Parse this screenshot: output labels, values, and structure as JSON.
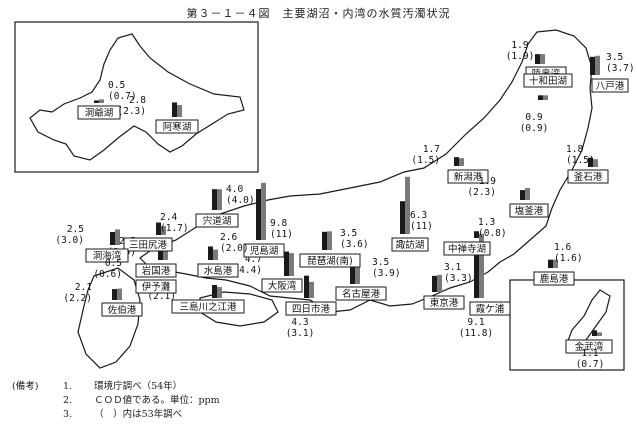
{
  "chart_data": {
    "type": "bar",
    "title": "第３－１－４図　主要湖沼・内湾の水質汚濁状況",
    "series": [
      {
        "name": "",
        "role": "current"
      },
      {
        "name": "",
        "role": "previous"
      }
    ],
    "points": [
      {
        "name": "洞爺湖",
        "value": 0.5,
        "prev": 0.7
      },
      {
        "name": "阿寒湖",
        "value": 2.8,
        "prev": 2.3
      },
      {
        "name": "陸奥湾",
        "value": 1.9,
        "prev": 1.9
      },
      {
        "name": "八戸港",
        "value": 3.5,
        "prev": 3.7
      },
      {
        "name": "十和田湖",
        "value": 0.9,
        "prev": 0.9
      },
      {
        "name": "釜石港",
        "value": 1.8,
        "prev": 1.5
      },
      {
        "name": "新潟港",
        "value": 1.7,
        "prev": 1.5
      },
      {
        "name": "塩釜港",
        "value": 1.9,
        "prev": 2.3
      },
      {
        "name": "中禅寺湖",
        "value": 1.3,
        "prev": 0.8
      },
      {
        "name": "鹿島港",
        "value": 1.6,
        "prev": 1.6
      },
      {
        "name": "霞ケ浦",
        "value": 9.1,
        "prev": 11.8
      },
      {
        "name": "東京港",
        "value": 3.1,
        "prev": 3.3
      },
      {
        "name": "諏訪湖",
        "value": 6.3,
        "prev": 11
      },
      {
        "name": "名古屋港",
        "value": 3.5,
        "prev": 3.9
      },
      {
        "name": "琵琶湖(南)",
        "value": 3.5,
        "prev": 3.6
      },
      {
        "name": "四日市港",
        "value": 4.3,
        "prev": 3.1
      },
      {
        "name": "大阪湾",
        "value": 4.7,
        "prev": 4.4
      },
      {
        "name": "児島湖",
        "value": 9.8,
        "prev": 11
      },
      {
        "name": "宍道湖",
        "value": 4.0,
        "prev": 4.0
      },
      {
        "name": "水島港",
        "value": 2.6,
        "prev": 2.0
      },
      {
        "name": "岩国港",
        "value": 2.5,
        "prev": 2.0
      },
      {
        "name": "三島川之江港",
        "value": 2.5,
        "prev": 2.1
      },
      {
        "name": "三田尻港",
        "value": 2.4,
        "prev": 1.7
      },
      {
        "name": "洞海湾",
        "value": 2.5,
        "prev": 3.0
      },
      {
        "name": "伊予灘",
        "value": 0.5,
        "prev": 0.6
      },
      {
        "name": "佐伯港",
        "value": 2.1,
        "prev": 2.2
      },
      {
        "name": "金武湾",
        "value": 1.1,
        "prev": 0.7
      }
    ]
  },
  "notes": {
    "header": "(備考)",
    "items": [
      {
        "no": "1.",
        "text": "環境庁調べ（54年）"
      },
      {
        "no": "2.",
        "text": "ＣＯＤ値である。単位：ppm"
      },
      {
        "no": "3.",
        "text": "（　）内は53年調べ"
      }
    ]
  },
  "colors": {
    "current_bar": "#1a1a1a",
    "previous_bar": "#7a7a7a",
    "ink": "#1a1a1a"
  }
}
